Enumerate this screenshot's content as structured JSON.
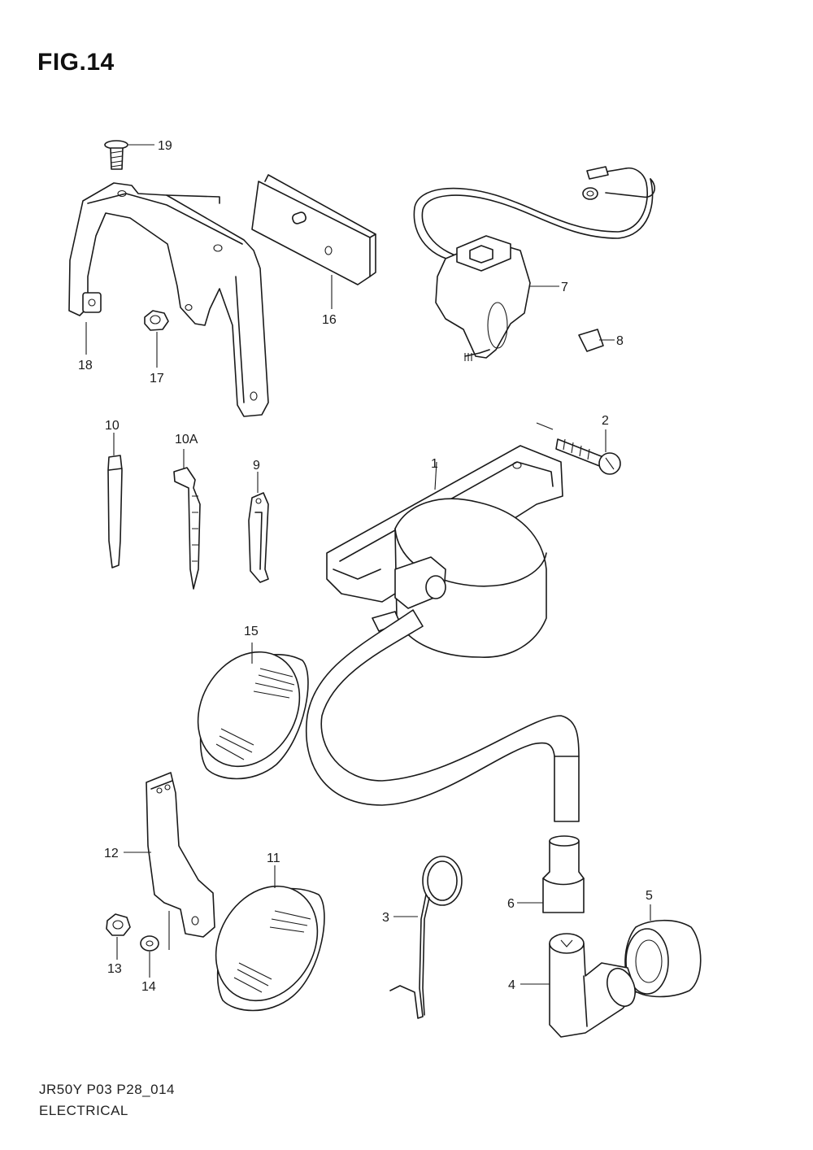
{
  "figure_title": "FIG.14",
  "footer": {
    "code": "JR50Y P03 P28_014",
    "section": "ELECTRICAL"
  },
  "callouts": {
    "c1": "1",
    "c2": "2",
    "c3": "3",
    "c4": "4",
    "c5": "5",
    "c6": "6",
    "c7": "7",
    "c8": "8",
    "c9": "9",
    "c10": "10",
    "c10a": "10A",
    "c11": "11",
    "c12": "12",
    "c13": "13",
    "c14": "14",
    "c15": "15",
    "c16": "16",
    "c17": "17",
    "c18": "18",
    "c19": "19"
  }
}
